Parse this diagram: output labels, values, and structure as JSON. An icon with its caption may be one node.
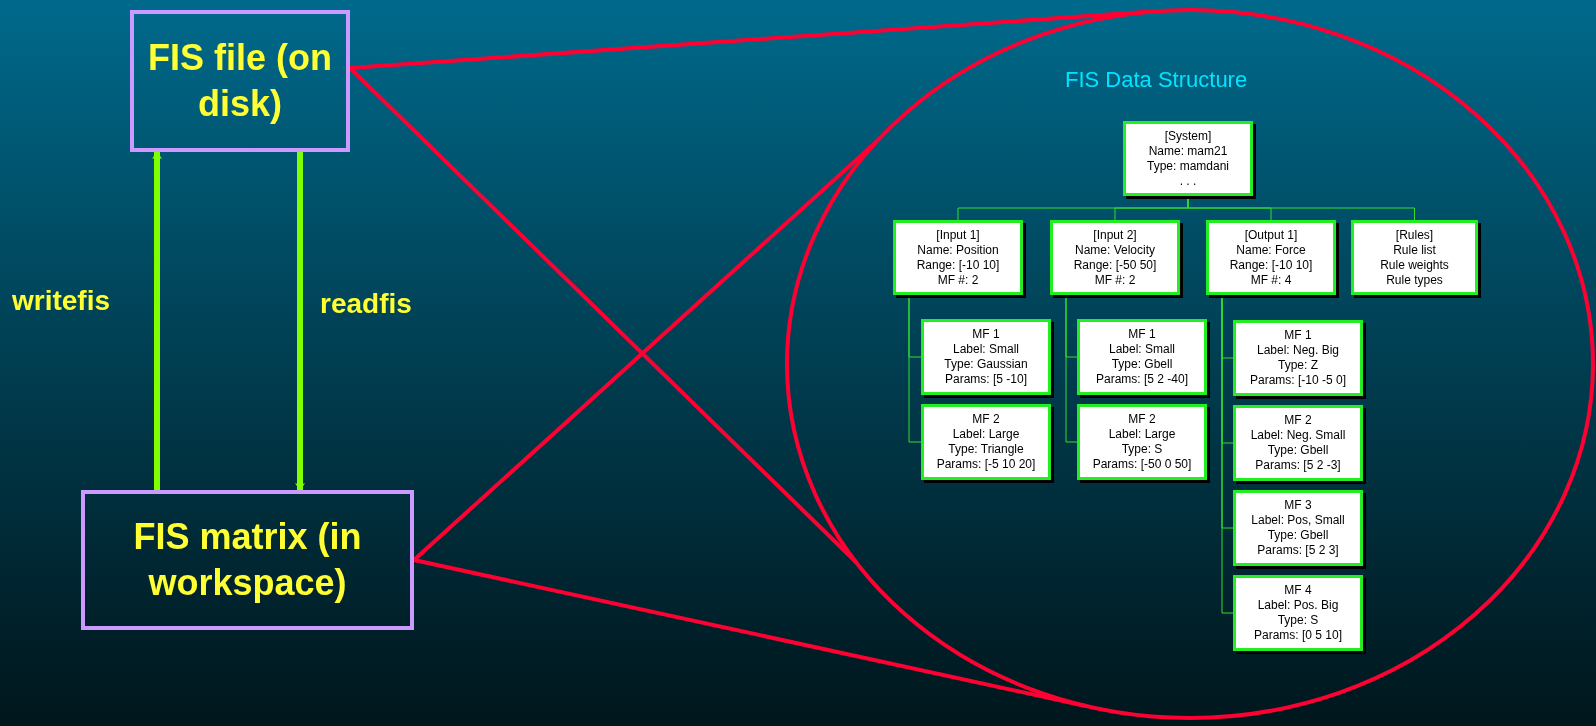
{
  "diagram": {
    "nodes": [
      {
        "text": [
          "FIS file (on disk)"
        ]
      },
      {
        "text": [
          "FIS matrix (in workspace)"
        ]
      },
      {
        "text": [
          "FIS Data Structure"
        ]
      },
      {
        "text": [
          "[System]",
          "Name: mam21",
          "Type: mamdani",
          ". . ."
        ],
        "in": 2
      },
      {
        "text": [
          "[Input 1]",
          "Name: Position",
          "Range: [-10 10]",
          "MF #: 2"
        ],
        "in": 2
      },
      {
        "text": [
          "[Input 2]",
          "Name: Velocity",
          "Range: [-50 50]",
          "MF #: 2"
        ],
        "in": 2
      },
      {
        "text": [
          "[Output 1]",
          "Name: Force",
          "Range: [-10 10]",
          "MF #: 4"
        ],
        "in": 2
      },
      {
        "text": [
          "[Rules]",
          "Rule list",
          "Rule weights",
          "Rule types"
        ],
        "in": 2
      },
      {
        "text": [
          "MF 1",
          "Label: Small",
          "Type: Gaussian",
          "Params: [5 -10]"
        ],
        "in": 2
      },
      {
        "text": [
          "MF 2",
          "Label: Large",
          "Type: Triangle",
          "Params: [-5 10 20]"
        ],
        "in": 2
      },
      {
        "text": [
          "MF 1",
          "Label: Small",
          "Type: Gbell",
          "Params: [5 2 -40]"
        ],
        "in": 2
      },
      {
        "text": [
          "MF 2",
          "Label: Large",
          "Type: S",
          "Params: [-50 0 50]"
        ],
        "in": 2
      },
      {
        "text": [
          "MF 1",
          "Label: Neg. Big",
          "Type: Z",
          "Params: [-10 -5 0]"
        ],
        "in": 2
      },
      {
        "text": [
          "MF 2",
          "Label: Neg. Small",
          "Type: Gbell",
          "Params: [5 2 -3]"
        ],
        "in": 2
      },
      {
        "text": [
          "MF 3",
          "Label: Pos, Small",
          "Type: Gbell",
          "Params: [5 2 3]"
        ],
        "in": 2
      },
      {
        "text": [
          "MF 4",
          "Label: Pos. Big",
          "Type: S",
          "Params: [0 5 10]"
        ],
        "in": 2
      }
    ],
    "edges": [
      {
        "from": 1,
        "to": 0,
        "arrow": "to",
        "label": "writefis",
        "style": "thick",
        "color": "#80ff00"
      },
      {
        "from": 0,
        "to": 1,
        "arrow": "to",
        "label": "readfis",
        "style": "thick",
        "color": "#80ff00"
      },
      {
        "from": 0,
        "to": 2,
        "arrow": "none",
        "style": "thick",
        "color": "#ff0033"
      },
      {
        "from": 0,
        "to": 2,
        "arrow": "none",
        "style": "thick",
        "color": "#ff0033"
      },
      {
        "from": 1,
        "to": 2,
        "arrow": "none",
        "style": "thick",
        "color": "#ff0033"
      },
      {
        "from": 1,
        "to": 2,
        "arrow": "none",
        "style": "thick",
        "color": "#ff0033"
      },
      {
        "from": 3,
        "to": 4,
        "arrow": "none"
      },
      {
        "from": 3,
        "to": 5,
        "arrow": "none"
      },
      {
        "from": 3,
        "to": 6,
        "arrow": "none"
      },
      {
        "from": 3,
        "to": 7,
        "arrow": "none"
      },
      {
        "from": 4,
        "to": 8,
        "arrow": "none"
      },
      {
        "from": 4,
        "to": 9,
        "arrow": "none"
      },
      {
        "from": 5,
        "to": 10,
        "arrow": "none"
      },
      {
        "from": 5,
        "to": 11,
        "arrow": "none"
      },
      {
        "from": 6,
        "to": 12,
        "arrow": "none"
      },
      {
        "from": 6,
        "to": 13,
        "arrow": "none"
      },
      {
        "from": 6,
        "to": 14,
        "arrow": "none"
      },
      {
        "from": 6,
        "to": 15,
        "arrow": "none"
      }
    ]
  }
}
